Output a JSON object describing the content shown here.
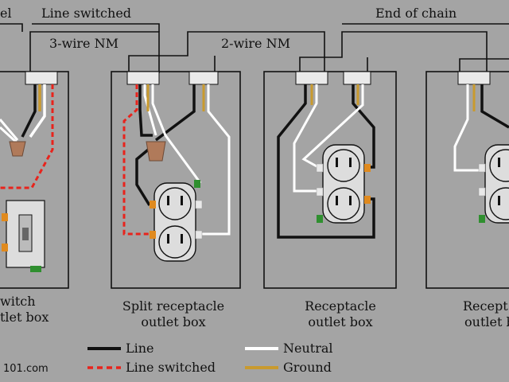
{
  "colors": {
    "background": "#a4a4a4",
    "line": "#111111",
    "line_switched": "#e8231c",
    "neutral": "#ffffff",
    "ground": "#c99a2e",
    "wire_nut": "#b07a5a",
    "terminal_brass": "#e08a1e",
    "terminal_green": "#2f8f2f"
  },
  "header": {
    "left_fragment": "el",
    "line_switched": "Line switched",
    "end_of_chain": "End of chain"
  },
  "cables": {
    "three_wire": "3-wire NM",
    "two_wire": "2-wire NM"
  },
  "boxes": {
    "switch_box": {
      "line1": "witch",
      "line2": "tlet box"
    },
    "split_box": {
      "line1": "Split receptacle",
      "line2": "outlet box"
    },
    "receptacle_box": {
      "line1": "Receptacle",
      "line2": "outlet box"
    },
    "receptacle_box_partial": {
      "line1": "Recept",
      "line2": "outlet b"
    }
  },
  "legend": {
    "line": "Line",
    "line_switched": "Line switched",
    "neutral": "Neutral",
    "ground": "Ground"
  },
  "watermark": "101.com"
}
